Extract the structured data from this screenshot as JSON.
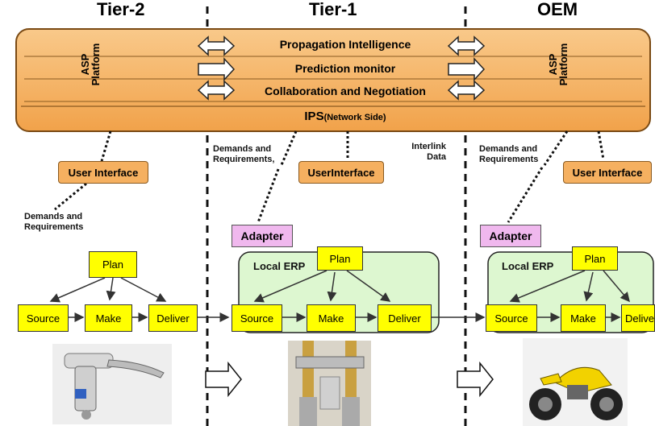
{
  "tiers": {
    "tier2": "Tier-2",
    "tier1": "Tier-1",
    "oem": "OEM"
  },
  "platform": {
    "left_label_line1": "ASP",
    "left_label_line2": "Platform",
    "right_label_line1": "ASP",
    "right_label_line2": "Platform",
    "rows": [
      "Propagation Intelligence",
      "Prediction monitor",
      "Collaboration and Negotiation"
    ],
    "ips_main": "IPS",
    "ips_sub": "(Network Side)"
  },
  "annotations": {
    "demands_1": [
      "Demands and",
      "Requirements"
    ],
    "demands_2": [
      "Demands and",
      "Requirements,"
    ],
    "interlink": [
      "Interlink",
      "Data"
    ],
    "demands_3": [
      "Demands and",
      "Requirements"
    ]
  },
  "user_interfaces": [
    "User Interface",
    "UserInterface",
    "User Interface"
  ],
  "adapters": [
    "Adapter",
    "Adapter"
  ],
  "local_erp": [
    "Local ERP",
    "Local ERP"
  ],
  "scor": {
    "plan": "Plan",
    "source": "Source",
    "make": "Make",
    "deliver": "Deliver"
  },
  "colors": {
    "platform_orange": "#f5b060",
    "scor_yellow": "#ffff00",
    "erp_green": "#ddf7d0",
    "adapter_pink": "#f0b8ee"
  },
  "icons": {
    "tier2_product": "brake-lever-icon",
    "tier1_product": "front-fork-icon",
    "oem_product": "motorcycle-icon"
  }
}
